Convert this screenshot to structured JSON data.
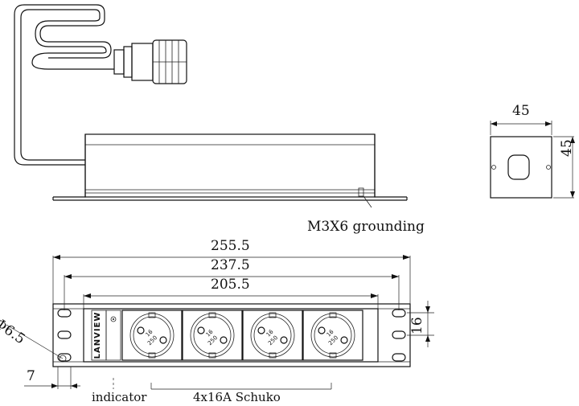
{
  "dimensions": {
    "overall_length": "255.5",
    "mount_spacing": "237.5",
    "inner_length": "205.5",
    "end_width": "45",
    "end_height": "45",
    "strip_height": "16",
    "hole_diameter": "Φ6.5",
    "edge_offset": "7"
  },
  "callouts": {
    "grounding": "M3X6 grounding",
    "indicator": "indicator",
    "sockets": "4x16A Schuko"
  },
  "front_panel": {
    "brand": "LANVIEW",
    "socket_rating_top": "16",
    "socket_rating_bottom": "250",
    "socket_count": 4
  }
}
